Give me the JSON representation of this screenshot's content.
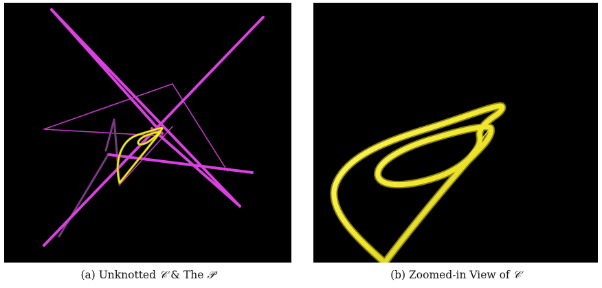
{
  "figure": {
    "panels": [
      {
        "id": "a",
        "caption_prefix": "(a) Unknotted ",
        "caption_sym1": "𝒞",
        "caption_mid": " & The ",
        "caption_sym2": "𝒫",
        "caption_suffix": ""
      },
      {
        "id": "b",
        "caption_prefix": "(b) Zoomed-in View of ",
        "caption_sym1": "𝒞",
        "caption_suffix": ""
      }
    ],
    "colors": {
      "background": "#000000",
      "polygon": "#d63fdc",
      "polygon_dim": "#8a3a8c",
      "curve": "#f2ee2a",
      "curve_shadow": "#b3a814"
    }
  }
}
